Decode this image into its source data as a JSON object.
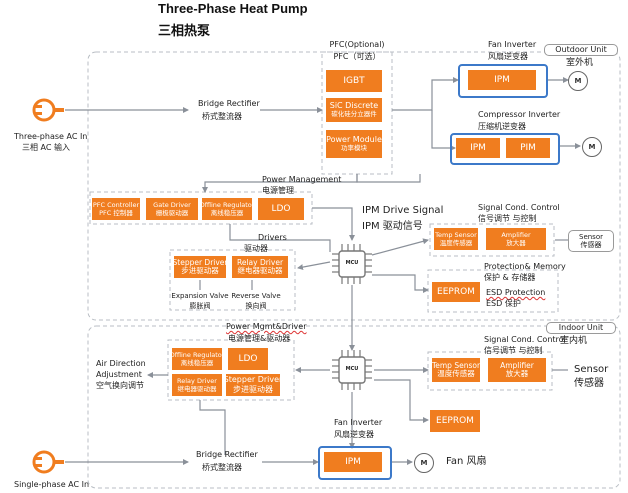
{
  "header": {
    "title_en": "Three-Phase Heat Pump",
    "title_cn": "三相热泵"
  },
  "outdoor_unit": {
    "en": "Outdoor Unit",
    "cn": "室外机"
  },
  "indoor_unit": {
    "en": "Indoor Unit",
    "cn": "室内机"
  },
  "ac_inputs": {
    "three_phase_en": "Three-phase AC In",
    "three_phase_cn": "三相 AC 输入",
    "single_phase_en": "Single-phase AC In"
  },
  "rectifier_top": {
    "en": "Bridge Rectifier",
    "cn": "桥式整流器"
  },
  "rectifier_bottom": {
    "en": "Bridge Rectifier",
    "cn": "桥式整流器"
  },
  "pfc": {
    "en": "PFC(Optional)",
    "cn": "PFC（可选）",
    "igbt": "IGBT",
    "sic_en": "SiC Discrete",
    "sic_cn": "碳化硅分立器件",
    "pm_en": "Power Module",
    "pm_cn": "功率模块"
  },
  "fan_inverter_top": {
    "en": "Fan Inverter",
    "cn": "风扇逆变器",
    "ipm": "IPM"
  },
  "compressor_inverter": {
    "en": "Compressor Inverter",
    "cn": "压缩机逆变器",
    "ipm": "IPM",
    "pim": "PIM"
  },
  "motor_label": "M",
  "power_mgmt_top": {
    "en": "Power Management",
    "cn": "电源管理",
    "pfc_ctrl_en": "PFC Controller",
    "pfc_ctrl_cn": "PFC 控制器",
    "gate_en": "Gate Driver",
    "gate_cn": "栅极驱动器",
    "offreg_en": "Offline Regulator",
    "offreg_cn": "离线稳压器",
    "ldo": "LDO"
  },
  "ipm_drive": {
    "en": "IPM Drive Signal",
    "cn": "IPM 驱动信号"
  },
  "signal_top": {
    "en": "Signal Cond. Control",
    "cn": "信号调节 与控制",
    "temp_en": "Temp Sensor",
    "temp_cn": "温度传感器",
    "amp_en": "Amplifier",
    "amp_cn": "放大器",
    "sensor_en": "Sensor",
    "sensor_cn": "传感器"
  },
  "drivers_top": {
    "en": "Drivers",
    "cn": "驱动器",
    "stepper_en": "Stepper Driver",
    "stepper_cn": "步进驱动器",
    "relay_en": "Relay Driver",
    "relay_cn": "继电器驱动器",
    "expansion_en": "Expansion Valve",
    "expansion_cn": "膨胀阀",
    "reverse_en": "Reverse Valve",
    "reverse_cn": "换向阀"
  },
  "mcu_label": "MCU",
  "protection": {
    "en": "Protection& Memory",
    "cn": "保护 & 存储器",
    "eeprom": "EEPROM",
    "esd_en": "ESD  Protection",
    "esd_cn": "ESD 保护"
  },
  "power_mgmt_bottom": {
    "en": "Power Mgmt&Driver",
    "cn": "电源管理&驱动器",
    "offreg_en": "Offline Regulator",
    "offreg_cn": "离线稳压器",
    "ldo": "LDO",
    "relay_en": "Relay Driver",
    "relay_cn": "继电器驱动器",
    "stepper_en": "Stepper Driver",
    "stepper_cn": "步进驱动器"
  },
  "air_direction": {
    "en1": "Air Direction",
    "en2": "Adjustment",
    "cn": "空气换向调节"
  },
  "signal_bottom": {
    "en": "Signal Cond. Control",
    "cn": "信号调节 与控制",
    "temp_en": "Temp Sensor",
    "temp_cn": "温度传感器",
    "amp_en": "Amplifier",
    "amp_cn": "放大器",
    "sensor_en": "Sensor",
    "sensor_cn": "传感器"
  },
  "eeprom_bottom": "EEPROM",
  "fan_inverter_bottom": {
    "en": "Fan Inverter",
    "cn": "风扇逆变器",
    "ipm": "IPM",
    "fan_cn": "Fan 风扇"
  },
  "colors": {
    "orange": "#f07d1f",
    "blue": "#3c79c9",
    "line": "#9aa0a6"
  }
}
